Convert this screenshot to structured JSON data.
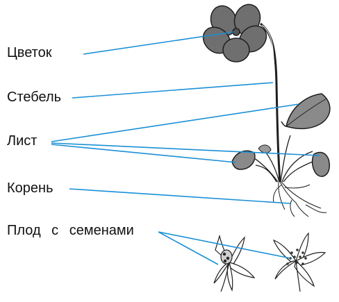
{
  "labels": [
    {
      "text": "Цветок"
    },
    {
      "text": "Стебель"
    },
    {
      "text": "Лист"
    },
    {
      "text": "Корень"
    },
    {
      "text": "Плод с семенами"
    }
  ],
  "colors": {
    "line": "#1a8fd6",
    "plant_fill": "#6f6f6f",
    "leaf_fill": "#8a8a8a",
    "outline": "#1e1e1e"
  }
}
